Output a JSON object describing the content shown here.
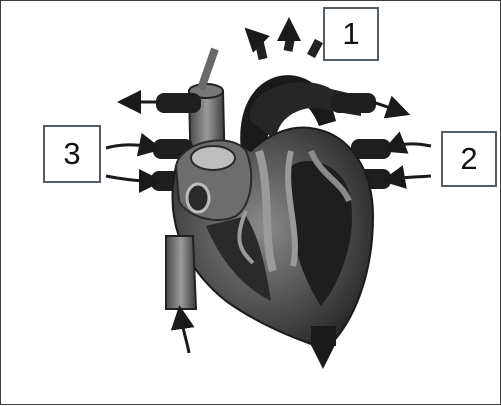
{
  "diagram": {
    "labels": [
      {
        "id": "1",
        "text": "1"
      },
      {
        "id": "2",
        "text": "2"
      },
      {
        "id": "3",
        "text": "3"
      }
    ],
    "colors": {
      "background": "#ffffff",
      "frame": "#3c3c3c",
      "heart_dark": "#1a1a1a",
      "heart_mid": "#5a5a5a",
      "heart_light": "#9a9a9a",
      "arrow": "#1a1a1a",
      "label_border": "#555d66"
    }
  }
}
